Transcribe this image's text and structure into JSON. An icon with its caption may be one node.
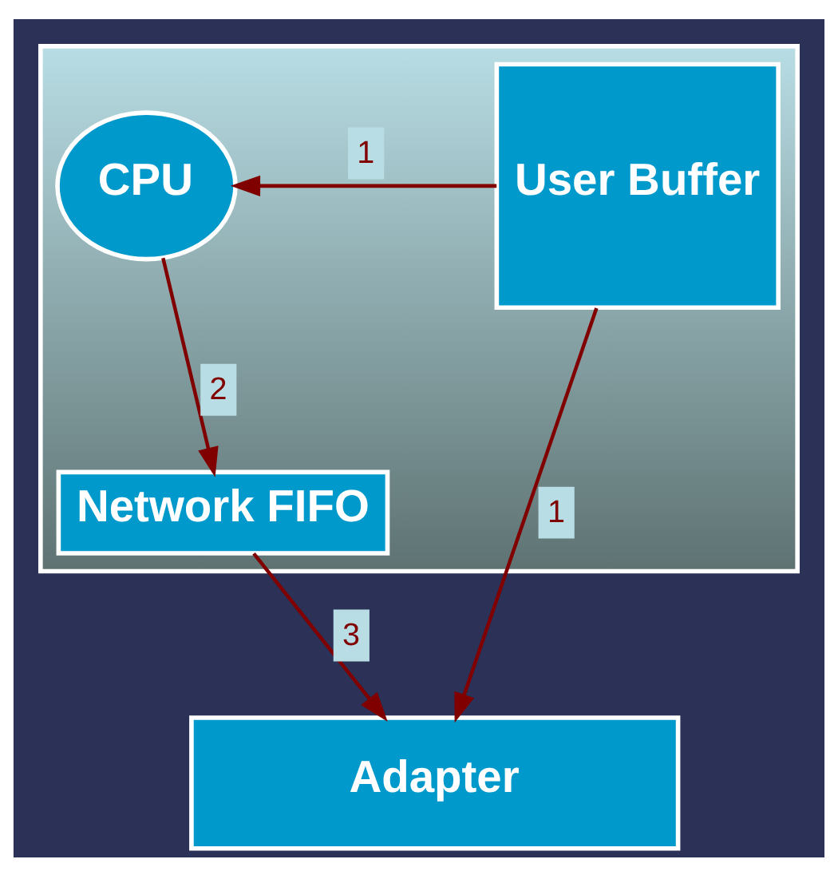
{
  "diagram": {
    "nodes": [
      {
        "text": [],
        "shape": "box"
      },
      {
        "text": [
          "User Buffer"
        ],
        "in": 0
      },
      {
        "text": [
          "CPU"
        ],
        "in": 0
      },
      {
        "text": [
          "Network FIFO"
        ],
        "in": 0
      },
      {
        "text": [
          "Adapter"
        ]
      }
    ],
    "edges": [
      {
        "from": 1,
        "to": 2,
        "arrow": "to",
        "label": "1"
      },
      {
        "from": 2,
        "to": 3,
        "arrow": "to",
        "label": "2"
      },
      {
        "from": 1,
        "to": 4,
        "arrow": "to",
        "label": "1"
      },
      {
        "from": 3,
        "to": 4,
        "arrow": "to",
        "label": "3"
      }
    ]
  }
}
